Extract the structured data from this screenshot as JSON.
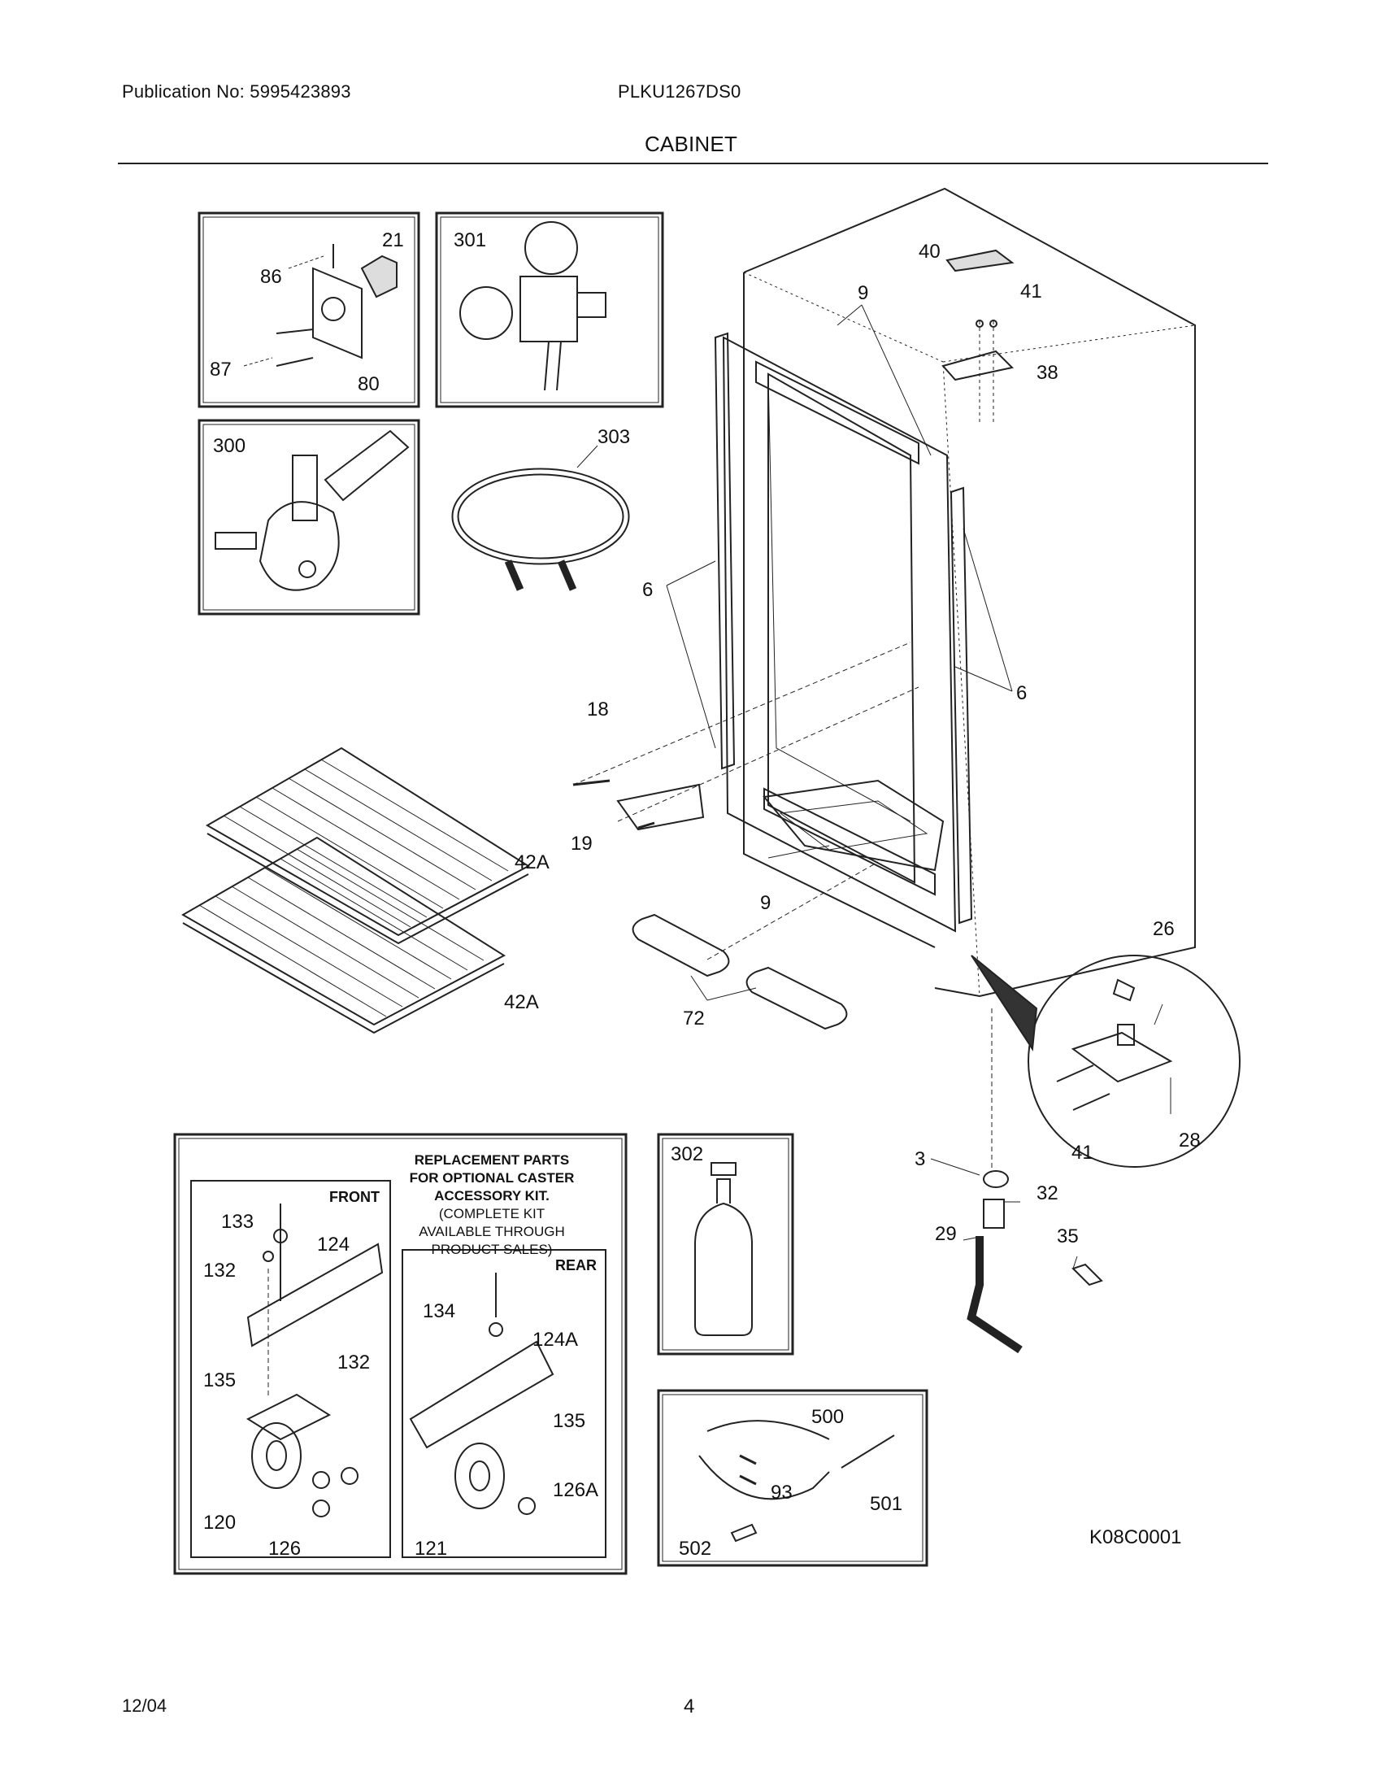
{
  "header": {
    "publication": "Publication No: 5995423893",
    "model": "PLKU1267DS0",
    "section_title": "CABINET"
  },
  "footer": {
    "date": "12/04",
    "page": "4"
  },
  "diagram_code": "K08C0001",
  "caster_kit_note": {
    "line1": "REPLACEMENT PARTS",
    "line2": "FOR OPTIONAL CASTER",
    "line3": "ACCESSORY KIT.",
    "line4": "(COMPLETE KIT",
    "line5": "AVAILABLE THROUGH",
    "line6": "PRODUCT SALES)"
  },
  "inset_tags": {
    "front": "FRONT",
    "rear": "REAR"
  },
  "part_labels": {
    "p21": "21",
    "p86": "86",
    "p87": "87",
    "p80": "80",
    "p301": "301",
    "p300": "300",
    "p303": "303",
    "p40": "40",
    "p41_top": "41",
    "p38": "38",
    "p9_top": "9",
    "p6_left": "6",
    "p6_right": "6",
    "p18": "18",
    "p19": "19",
    "p9_bottom": "9",
    "p42A_top": "42A",
    "p42A_bottom": "42A",
    "p72": "72",
    "p26": "26",
    "p41_detail": "41",
    "p28": "28",
    "p3": "3",
    "p32": "32",
    "p29": "29",
    "p35": "35",
    "p302": "302",
    "p500": "500",
    "p93": "93",
    "p501": "501",
    "p502": "502",
    "p133": "133",
    "p124": "124",
    "p132_a": "132",
    "p132_b": "132",
    "p135_front": "135",
    "p120": "120",
    "p126": "126",
    "p134": "134",
    "p124A": "124A",
    "p135_rear": "135",
    "p126A": "126A",
    "p121": "121"
  }
}
